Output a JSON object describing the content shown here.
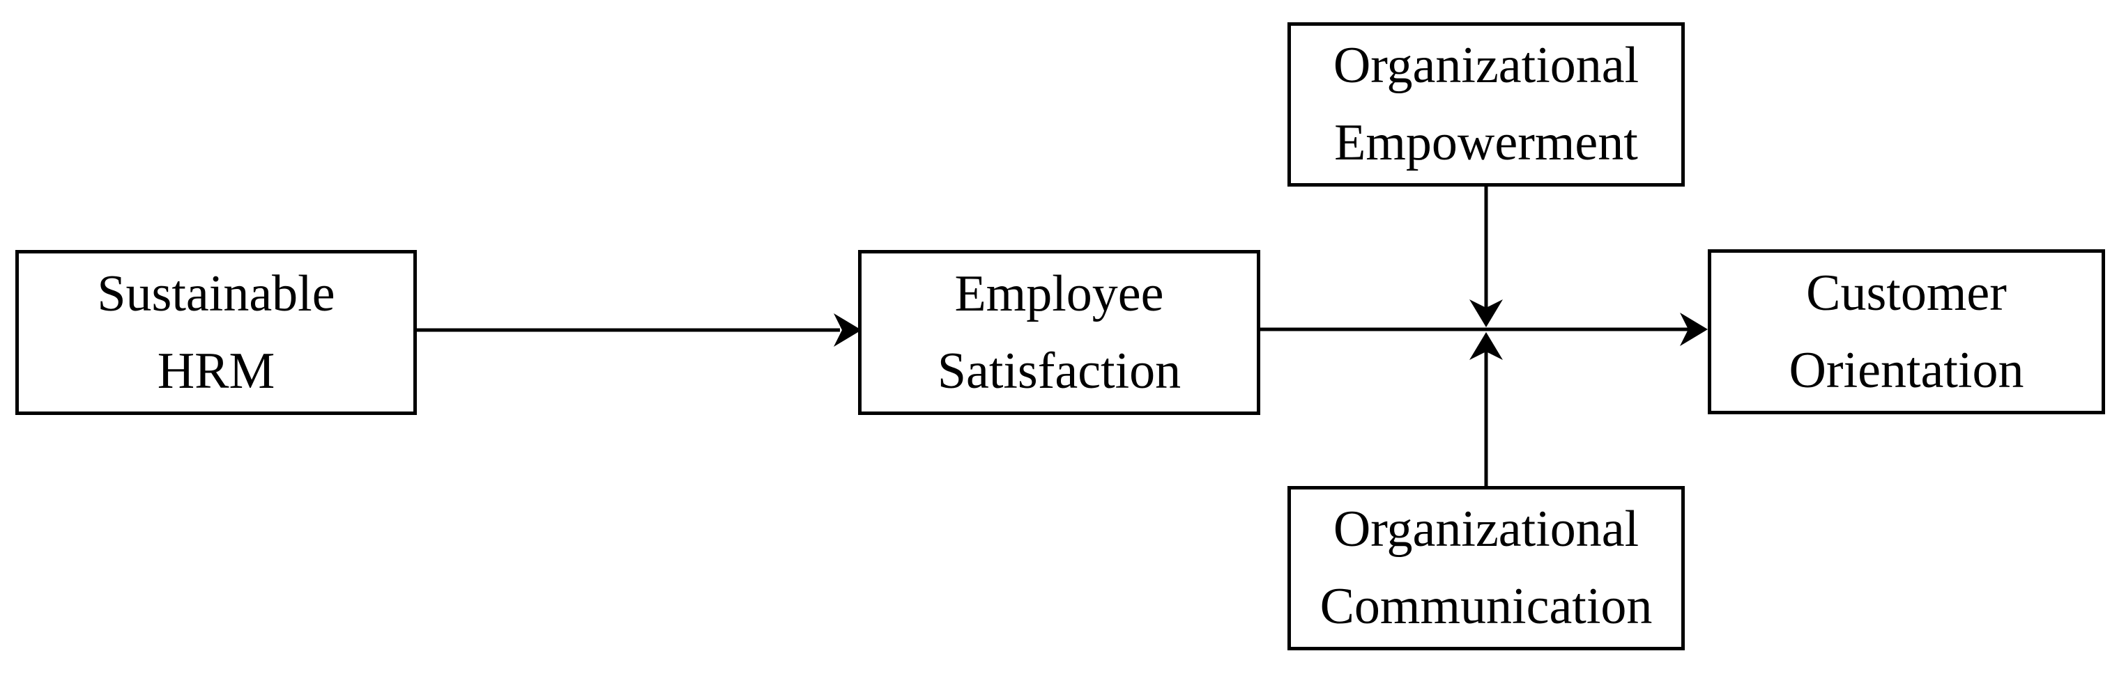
{
  "nodes": {
    "sustainable_hrm": {
      "line1": "Sustainable",
      "line2": "HRM"
    },
    "employee_satisfaction": {
      "line1": "Employee",
      "line2": "Satisfaction"
    },
    "organizational_empowerment": {
      "line1": "Organizational",
      "line2": "Empowerment"
    },
    "organizational_communication": {
      "line1": "Organizational",
      "line2": "Communication"
    },
    "customer_orientation": {
      "line1": "Customer",
      "line2": "Orientation"
    }
  },
  "edges": [
    {
      "from": "sustainable_hrm",
      "to": "employee_satisfaction",
      "style": "arrow"
    },
    {
      "from": "employee_satisfaction",
      "to": "customer_orientation",
      "style": "arrow"
    },
    {
      "from": "organizational_empowerment",
      "to": "arrow:employee_satisfaction->customer_orientation",
      "style": "arrow"
    },
    {
      "from": "organizational_communication",
      "to": "arrow:employee_satisfaction->customer_orientation",
      "style": "arrow"
    }
  ],
  "colors": {
    "line": "#000000",
    "box_border": "#000000",
    "box_fill": "#ffffff",
    "background": "#ffffff",
    "text": "#000000"
  }
}
